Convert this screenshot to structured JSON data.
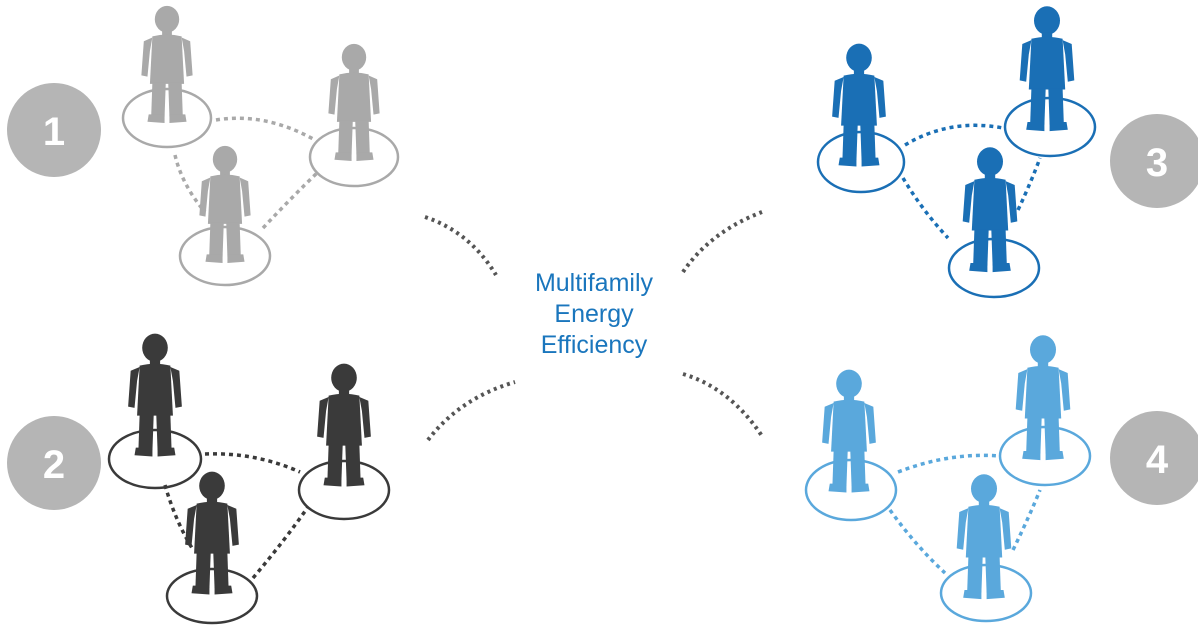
{
  "center_label": {
    "lines": [
      "Multifamily",
      "Energy",
      "Efficiency"
    ],
    "color": "#1a76bd"
  },
  "badge_color": "#b5b5b5",
  "badge_text_color": "#ffffff",
  "connector_color": "#555555",
  "groups": [
    {
      "id": "1",
      "number": "1",
      "color": "#a9a9a9"
    },
    {
      "id": "2",
      "number": "2",
      "color": "#3a3a3a"
    },
    {
      "id": "3",
      "number": "3",
      "color": "#1a6fb5"
    },
    {
      "id": "4",
      "number": "4",
      "color": "#5aa8dc"
    }
  ]
}
